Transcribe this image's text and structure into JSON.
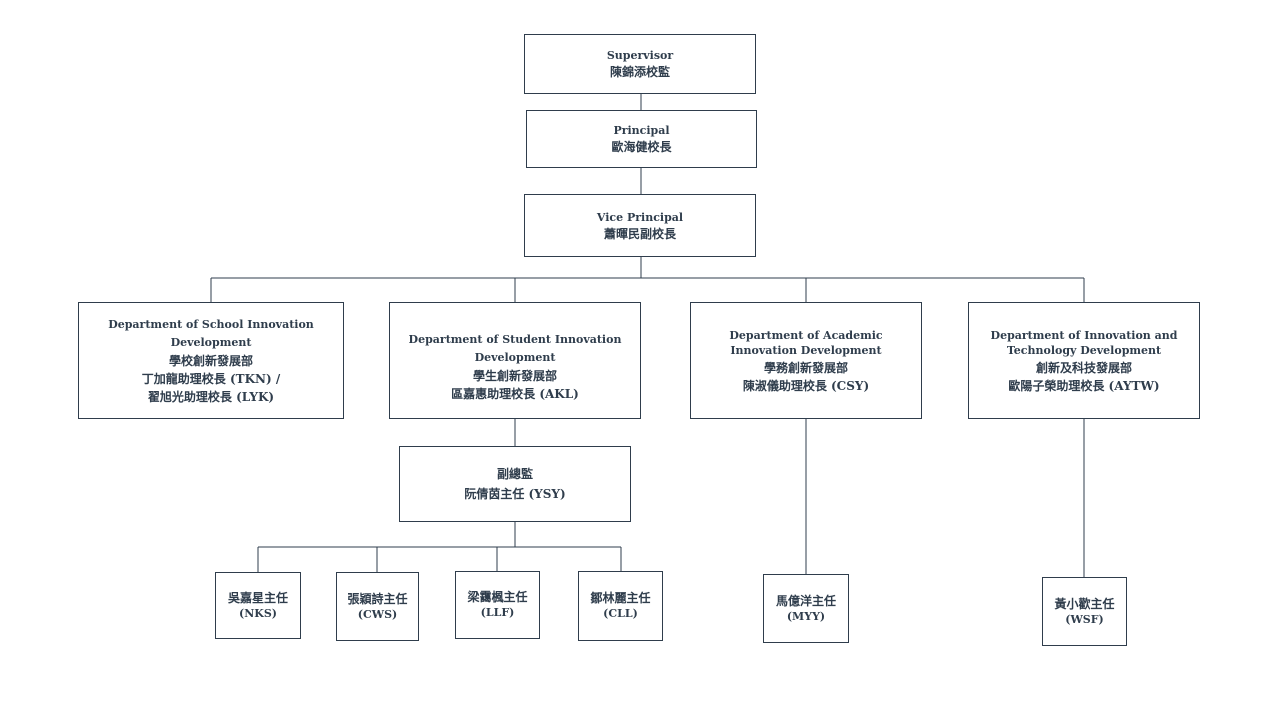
{
  "nodes": {
    "supervisor": {
      "title": "Supervisor",
      "name": "陳錦添校監"
    },
    "principal": {
      "title": "Principal",
      "name": "歐海健校長"
    },
    "vice_principal": {
      "title": "Vice Principal",
      "name": "蕭暉民副校長"
    },
    "school_dept": {
      "title": "Department of School Innovation Development",
      "unit": "學校創新發展部",
      "head1": "丁加龍助理校長 (TKN) /",
      "head2": "翟旭光助理校長 (LYK)"
    },
    "student_dept": {
      "title": "Department of Student Innovation Development",
      "unit": "學生創新發展部",
      "head": "區嘉惠助理校長 (AKL)"
    },
    "academic_dept": {
      "title": "Department of Academic Innovation Development",
      "unit": "學務創新發展部",
      "head": "陳淑儀助理校長 (CSY)"
    },
    "tech_dept": {
      "title": "Department of Innovation and Technology Development",
      "unit": "創新及科技發展部",
      "head": "歐陽子榮助理校長 (AYTW)"
    },
    "deputy": {
      "title": "副總監",
      "name": "阮倩茵主任 (YSY)"
    },
    "nks": {
      "name": "吳嘉星主任",
      "code": "(NKS)"
    },
    "cws": {
      "name": "張穎詩主任",
      "code": "(CWS)"
    },
    "llf": {
      "name": "梁靄楓主任",
      "code": "(LLF)"
    },
    "cll": {
      "name": "鄒林麗主任",
      "code": "(CLL)"
    },
    "myy": {
      "name": "馬億洋主任",
      "code": "(MYY)"
    },
    "wsf": {
      "name": "黃小歡主任",
      "code": "(WSF)"
    }
  }
}
